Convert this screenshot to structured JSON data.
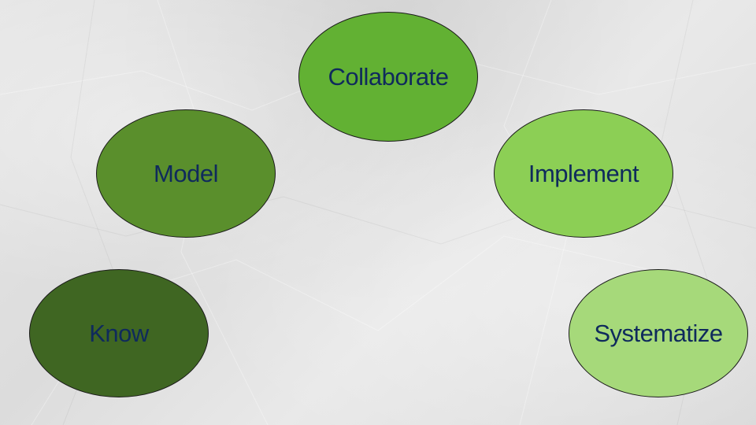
{
  "diagram": {
    "nodes": [
      {
        "id": "collaborate",
        "label": "Collaborate",
        "color": "#62b133"
      },
      {
        "id": "model",
        "label": "Model",
        "color": "#5a8f2c"
      },
      {
        "id": "implement",
        "label": "Implement",
        "color": "#8ccf55"
      },
      {
        "id": "know",
        "label": "Know",
        "color": "#3f6622"
      },
      {
        "id": "systematize",
        "label": "Systematize",
        "color": "#a6d97a"
      }
    ],
    "label_color": "#0f2a5c",
    "border_color": "#1b1b1b"
  }
}
